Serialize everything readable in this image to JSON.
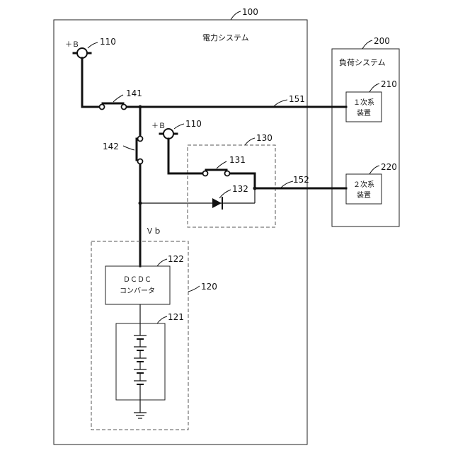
{
  "power_system": {
    "ref": "100",
    "title": "電力システム"
  },
  "load_system": {
    "ref": "200",
    "title": "負荷システム"
  },
  "device_primary": {
    "ref": "210",
    "line1": "１次系",
    "line2": "装置"
  },
  "device_secondary": {
    "ref": "220",
    "line1": "２次系",
    "line2": "装置"
  },
  "terminal_main": {
    "label": "＋Ｂ",
    "ref": "110"
  },
  "terminal_sub": {
    "label": "＋Ｂ",
    "ref": "110"
  },
  "switch_141": {
    "ref": "141"
  },
  "switch_142": {
    "ref": "142"
  },
  "switch_131": {
    "ref": "131"
  },
  "diode_132": {
    "ref": "132"
  },
  "switch_unit": {
    "ref": "130"
  },
  "line_151": {
    "ref": "151"
  },
  "line_152": {
    "ref": "152"
  },
  "vb_label": "Ｖｂ",
  "converter": {
    "ref": "122",
    "line1": "ＤＣＤＣ",
    "line2": "コンバータ"
  },
  "battery_unit": {
    "ref": "120"
  },
  "battery": {
    "ref": "121"
  }
}
